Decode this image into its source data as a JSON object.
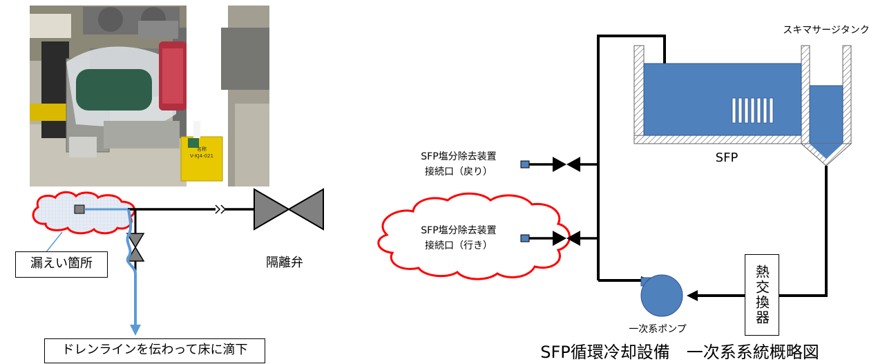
{
  "left_panel": {
    "photo_tag_line1": "名称",
    "photo_tag_line2": "V-KJ4-021",
    "leak_label": "漏えい箇所",
    "isolation_valve_label": "隔離弁",
    "drain_label": "ドレンラインを伝わって床に滴下"
  },
  "right_panel": {
    "skimmer_tank_label": "スキマサージタンク",
    "pool_label": "SFP",
    "port_return_line1": "SFP塩分除去装置",
    "port_return_line2": "接続口（戻り）",
    "port_supply_line1": "SFP塩分除去装置",
    "port_supply_line2": "接続口（行き）",
    "heat_exchanger_label": "熱交換器",
    "pump_label": "一次系ポンプ",
    "title": "SFP循環冷却設備　一次系系統概略図"
  },
  "colors": {
    "water": "#4f81bd",
    "highlight": "#ff0000",
    "drain_line": "#5b9bd5",
    "valve_gray": "#808080"
  }
}
